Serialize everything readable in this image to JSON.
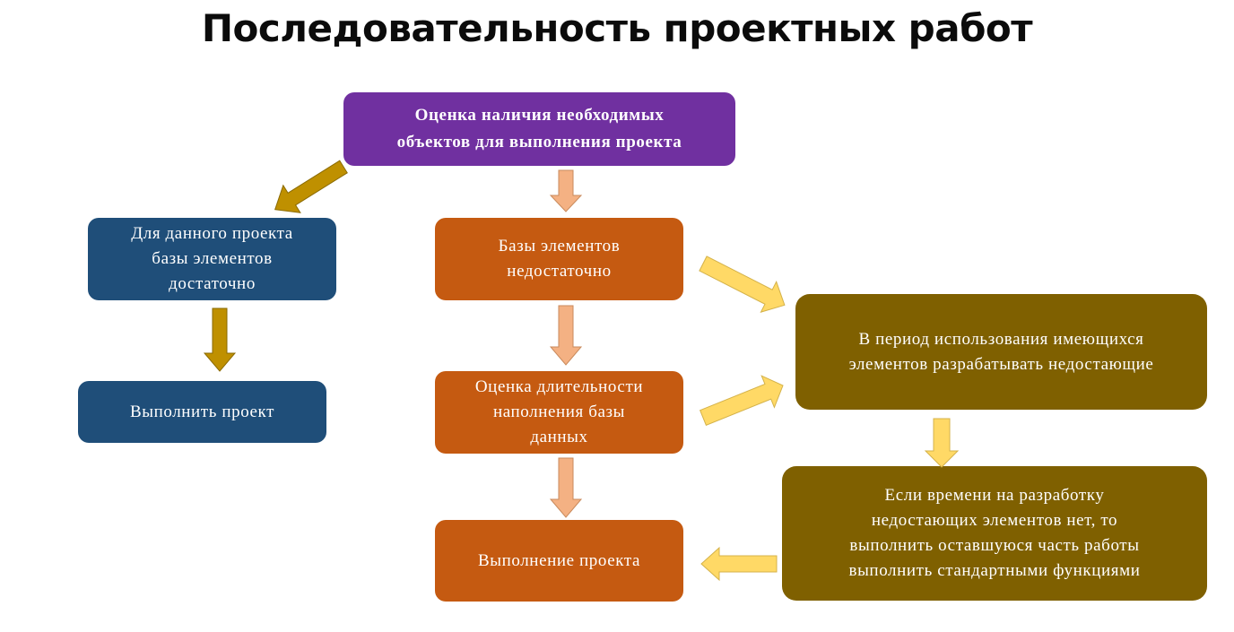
{
  "title": "Последовательность проектных работ",
  "boxes": {
    "assess": "Оценка наличия необходимых\nобъектов для выполнения проекта",
    "enough": "Для данного проекта\nбазы элементов\nдостаточно",
    "execute": "Выполнить проект",
    "not_enough": "Базы элементов\nнедостаточно",
    "duration": "Оценка длительности\nнаполнения базы\nданных",
    "execution": "Выполнение проекта",
    "develop": "В период использования имеющихся\nэлементов разрабатывать недостающие",
    "no_time": "Если времени на разработку\nнедостающих элементов нет, то\nвыполнить оставшуюся часть работы\nвыполнить стандартными функциями"
  },
  "colors": {
    "purple": "#7030a0",
    "blue": "#1f4e79",
    "orange": "#c55a11",
    "olive": "#7f6000",
    "arrow_gold": "#bf9000",
    "arrow_salmon": "#f4b183",
    "arrow_yellow": "#ffd966"
  }
}
